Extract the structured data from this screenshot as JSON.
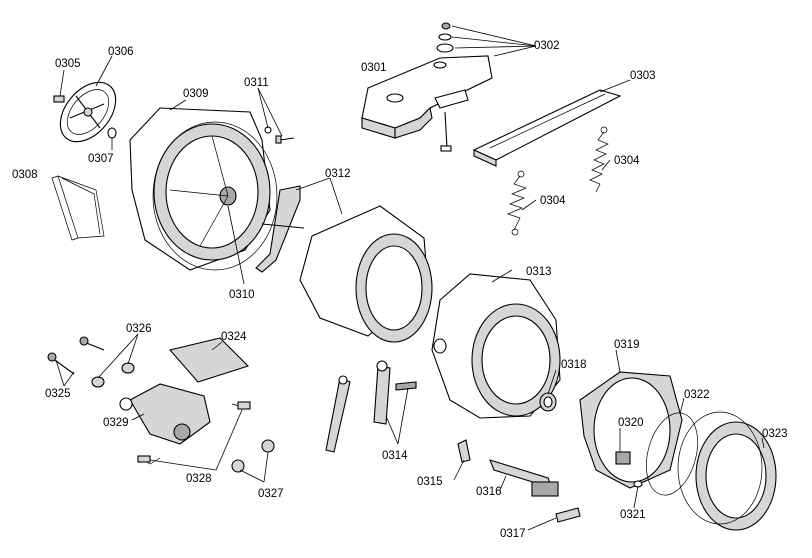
{
  "labels": {
    "p0301": "0301",
    "p0302": "0302",
    "p0303": "0303",
    "p0304a": "0304",
    "p0304b": "0304",
    "p0305": "0305",
    "p0306": "0306",
    "p0307": "0307",
    "p0308": "0308",
    "p0309": "0309",
    "p0310": "0310",
    "p0311": "0311",
    "p0312": "0312",
    "p0313": "0313",
    "p0314": "0314",
    "p0315": "0315",
    "p0316": "0316",
    "p0317": "0317",
    "p0318": "0318",
    "p0319": "0319",
    "p0320": "0320",
    "p0321": "0321",
    "p0322": "0322",
    "p0323": "0323",
    "p0324": "0324",
    "p0325": "0325",
    "p0326": "0326",
    "p0327": "0327",
    "p0328": "0328",
    "p0329": "0329"
  }
}
